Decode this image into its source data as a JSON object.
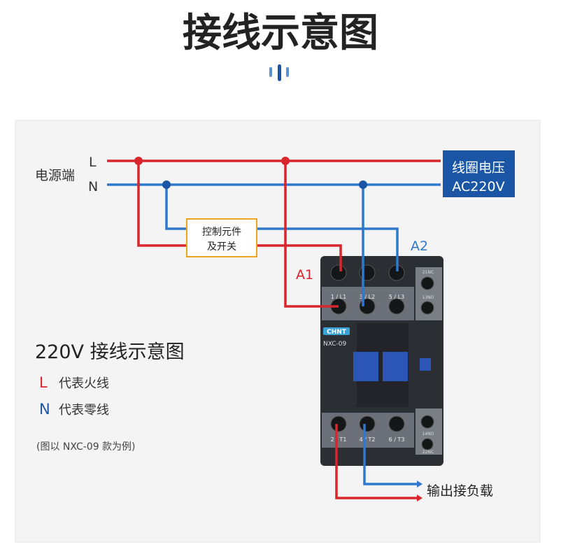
{
  "title": "接线示意图",
  "power": {
    "label": "电源端",
    "L": "L",
    "N": "N"
  },
  "coil_voltage": {
    "line1": "线圈电压",
    "line2": "AC220V"
  },
  "control_box": {
    "line1": "控制元件",
    "line2": "及开关"
  },
  "terminals": {
    "A1": "A1",
    "A2": "A2",
    "top": [
      "1 / L1",
      "3 / L2",
      "5 / L3"
    ],
    "bottom": [
      "2 / T1",
      "4 / T2",
      "6 / T3"
    ],
    "aux": [
      "21NC",
      "13NO",
      "14NO",
      "22NC"
    ]
  },
  "device": {
    "brand": "CHNT",
    "model": "NXC-09"
  },
  "legend": {
    "heading": "220V 接线示意图",
    "L_letter": "L",
    "L_text": "代表火线",
    "N_letter": "N",
    "N_text": "代表零线",
    "note": "(图以 NXC-09 款为例)"
  },
  "output_label": "输出接负载",
  "colors": {
    "live": "#d9252c",
    "neutral": "#2f78d0",
    "brand": "#1b56a6",
    "box_border": "#f0a41e"
  }
}
